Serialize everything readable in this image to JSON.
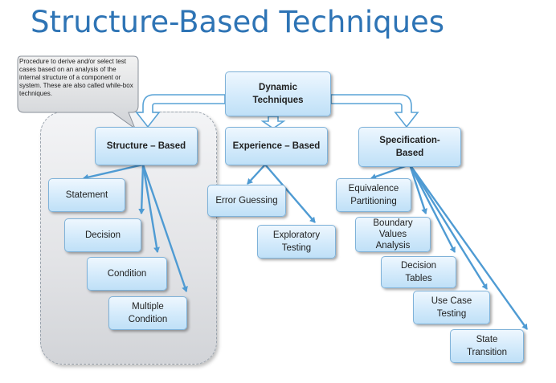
{
  "title": "Structure-Based Techniques",
  "callout": {
    "text": "Procedure to derive and/or select test cases based on an analysis of the internal structure of a component or system. These are also called while-box techniques."
  },
  "nodes": {
    "dynamic": "Dynamic\nTechniques",
    "structure": "Structure – Based",
    "experience": "Experience – Based",
    "specification": "Specification-\nBased",
    "statement": "Statement",
    "decision": "Decision",
    "condition": "Condition",
    "multiple_condition": "Multiple\nCondition",
    "error_guessing": "Error Guessing",
    "exploratory_testing": "Exploratory\nTesting",
    "equivalence_partitioning": "Equivalence\nPartitioning",
    "boundary_values_analysis": "Boundary\nValues\nAnalysis",
    "decision_tables": "Decision\nTables",
    "use_case_testing": "Use Case\nTesting",
    "state_transition": "State\nTransition"
  },
  "colors": {
    "title": "#2e74b5",
    "box_border": "#7fb2d9",
    "box_fill": "#d3eafb",
    "connector": "#5aa3d6",
    "group_fill": "#e2e3e6"
  }
}
